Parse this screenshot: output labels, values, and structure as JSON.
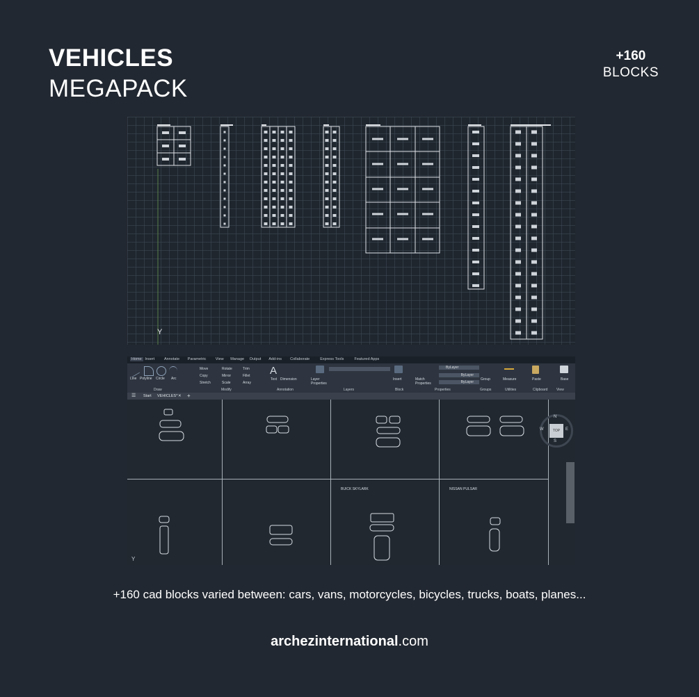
{
  "header": {
    "title_bold": "VEHICLES",
    "title_regular": "MEGAPACK",
    "count_number": "+160",
    "count_label": "BLOCKS"
  },
  "autocad": {
    "ribbon_tabs": [
      "Home",
      "Insert",
      "Annotate",
      "Parametric",
      "View",
      "Manage",
      "Output",
      "Add-ins",
      "Collaborate",
      "Express Tools",
      "Featured Apps"
    ],
    "draw_tools": [
      "Line",
      "Polyline",
      "Circle",
      "Arc"
    ],
    "modify_tools": [
      "Move",
      "Rotate",
      "Trim",
      "Copy",
      "Mirror",
      "Fillet",
      "Stretch",
      "Scale",
      "Array"
    ],
    "annotation_tools": [
      "Text",
      "Dimension"
    ],
    "layers_tool": "Layer Properties",
    "block_tool": "Insert",
    "properties_tools": [
      "Match Properties",
      "ByLayer",
      "ByLayer",
      "ByLayer"
    ],
    "group_tool": "Group",
    "utilities_tool": "Measure",
    "clipboard_tool": "Paste",
    "view_tool": "Base",
    "panel_labels": [
      "Draw",
      "Modify",
      "Annotation",
      "Layers",
      "Block",
      "Properties",
      "Groups",
      "Utilities",
      "Clipboard",
      "View"
    ],
    "file_tabs": [
      "Start",
      "VEHICLES*"
    ],
    "viewcube": {
      "top": "TOP",
      "n": "N",
      "s": "S",
      "e": "E",
      "w": "W"
    },
    "cell_labels": [
      "BUICK SKYLARK",
      "NISSAN PULSAR"
    ]
  },
  "caption": "+160 cad blocks varied between: cars, vans, motorcycles, bicycles, trucks, boats, planes...",
  "website": {
    "bold": "archezinternational",
    "tld": ".com"
  },
  "colors": {
    "background": "#222831",
    "text": "#ffffff",
    "cad_lines": "#d8dde2"
  }
}
